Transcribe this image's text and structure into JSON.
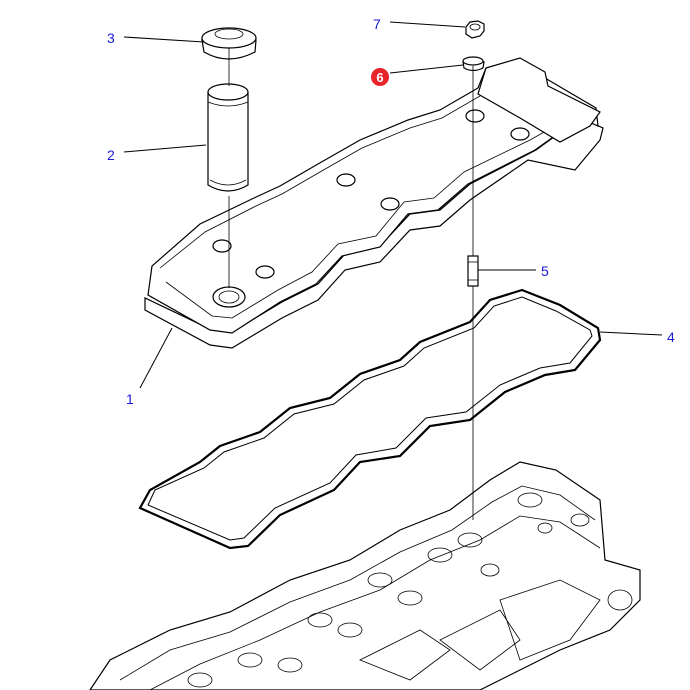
{
  "diagram": {
    "callouts": [
      {
        "id": "1",
        "label": "1"
      },
      {
        "id": "2",
        "label": "2"
      },
      {
        "id": "3",
        "label": "3"
      },
      {
        "id": "4",
        "label": "4"
      },
      {
        "id": "5",
        "label": "5"
      },
      {
        "id": "6",
        "label": "6",
        "highlighted": true
      },
      {
        "id": "7",
        "label": "7"
      }
    ],
    "colors": {
      "label": "#1a1adb",
      "highlight": "#e8232a",
      "line": "#000000"
    }
  }
}
